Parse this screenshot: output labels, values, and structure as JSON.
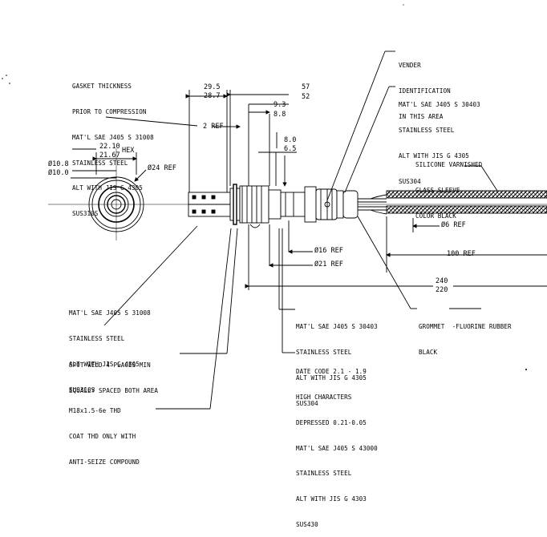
{
  "notes": {
    "gasket": [
      "GASKET THICKNESS",
      "PRIOR TO COMPRESSION",
      "MAT'L SAE J405 S 31008",
      "STAINLESS STEEL",
      "ALT WITH JIS G 4305",
      "SUS310S"
    ],
    "vender": [
      "VENDER",
      "IDENTIFICATION",
      "IN THIS AREA"
    ],
    "mat_top": [
      "MAT'L SAE J405 S 30403",
      "STAINLESS STEEL",
      "ALT WITH JIS G 4305",
      "SUS304"
    ],
    "silicone": [
      "SILICONE VARNISHED",
      "GLASS SLEEVE",
      "COLOR BLACK"
    ],
    "mat_left": [
      "MAT'L SAE J405 S 31008",
      "STAINLESS STEEL",
      "ALT WITH JIS G 4305",
      "SUS310S"
    ],
    "spot_weld": [
      "SPOT WELD 4 PLACES MIN",
      "EQUALLY SPACED BOTH AREA"
    ],
    "thread": [
      "M18x1.5-6e THD",
      "COAT THD ONLY WITH",
      "ANTI-SEIZE COMPOUND"
    ],
    "mat_mid": [
      "MAT'L SAE J405 S 30403",
      "STAINLESS STEEL",
      "ALT WITH JIS G 4305",
      "SUS304"
    ],
    "date_code": [
      "DATE CODE 2.1 - 1.9",
      "HIGH CHARACTERS",
      "DEPRESSED 0.21-0.05",
      "MAT'L SAE J405 S 43000",
      "STAINLESS STEEL",
      "ALT WITH JIS G 4303",
      "SUS430"
    ],
    "grommet": [
      "GROMMET  -FLUORINE RUBBER",
      "BLACK"
    ]
  },
  "dims": {
    "d_29_5": "29.5",
    "d_28_7": "28.7",
    "d_57": "57",
    "d_52": "52",
    "d_9_3": "9.3",
    "d_8_8": "8.8",
    "ref_2": "2 REF",
    "d_8_0": "8.0",
    "d_6_5": "6.5",
    "hex_a": "22.10",
    "hex_b": "21.67",
    "hex_label": "HEX",
    "dia_10_8": "Ø10.8",
    "dia_10_0": "Ø10.0",
    "dia_24": "Ø24 REF",
    "dia_16": "Ø16 REF",
    "dia_21": "Ø21 REF",
    "dia_6": "Ø6 REF",
    "ref_100": "100 REF",
    "d_240": "240",
    "d_220": "220"
  }
}
